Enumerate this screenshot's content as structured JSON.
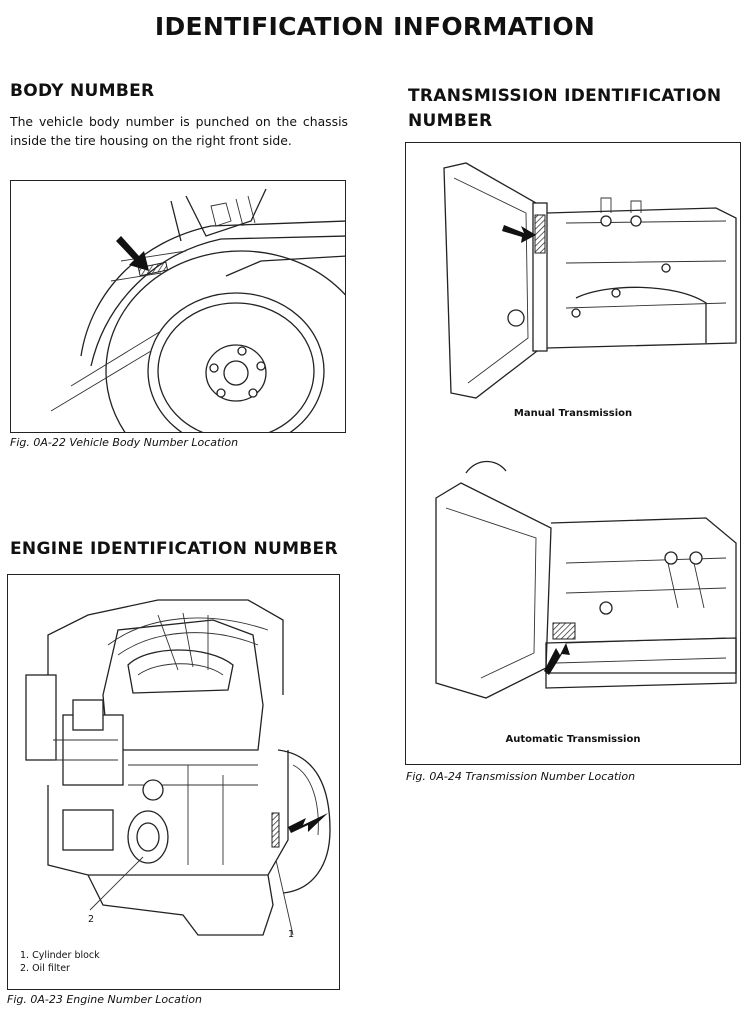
{
  "page": {
    "title": "IDENTIFICATION INFORMATION"
  },
  "body_number": {
    "heading": "BODY NUMBER",
    "text": "The vehicle body number is punched on the chassis inside the tire housing on the right front side.",
    "caption": "Fig. 0A-22  Vehicle Body Number Location"
  },
  "engine_number": {
    "heading": "ENGINE IDENTIFICATION NUMBER",
    "callouts": [
      "1",
      "2"
    ],
    "legend": [
      "1.  Cylinder block",
      "2.  Oil filter"
    ],
    "caption": "Fig. 0A-23  Engine Number Location"
  },
  "transmission_number": {
    "heading_line1": "TRANSMISSION IDENTIFICATION",
    "heading_line2": "NUMBER",
    "manual_label": "Manual Transmission",
    "automatic_label": "Automatic Transmission",
    "caption": "Fig. 0A-24  Transmission Number Location"
  }
}
